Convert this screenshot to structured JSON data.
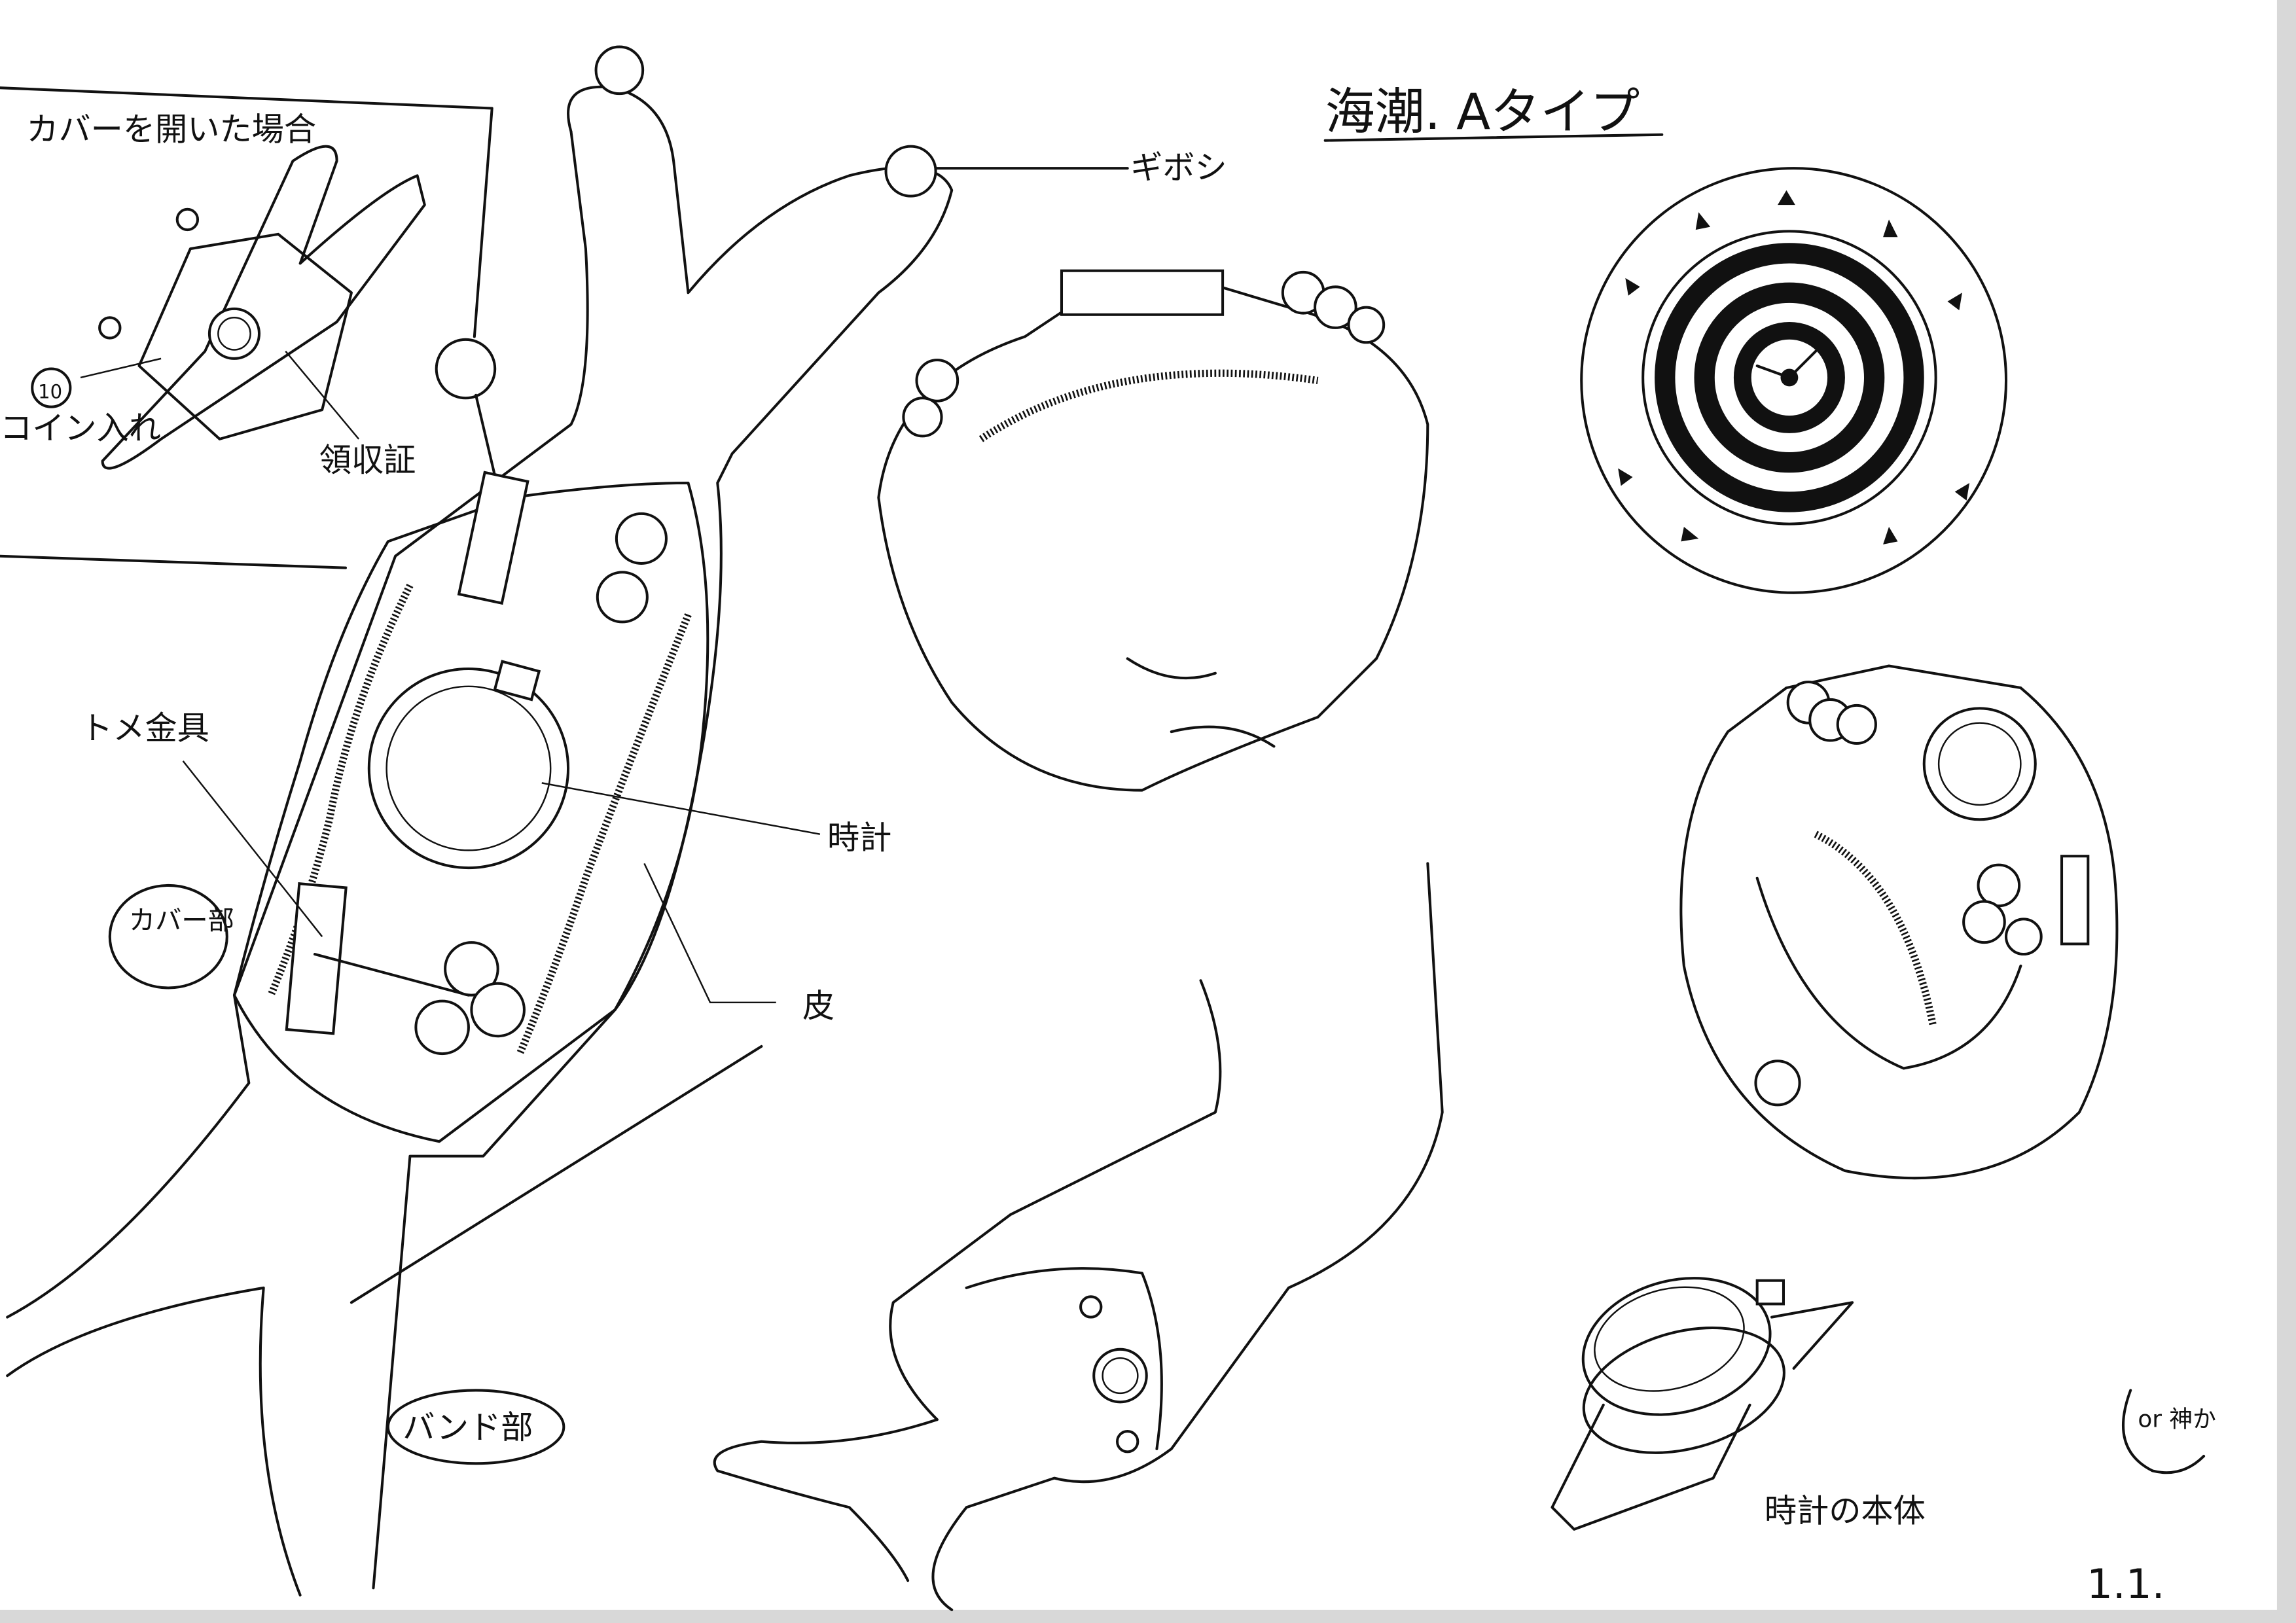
{
  "sheet": {
    "title": "海潮. Aタイプ",
    "page_number": "1.1.",
    "corner_note": "or 神か"
  },
  "labels": {
    "cover_open": "カバーを開いた場合",
    "coin_number": "10",
    "coin_purse": "コイン入れ",
    "receipt": "領収証",
    "giboshi": "ギボシ",
    "clasp": "トメ金具",
    "cover_part": "カバー部",
    "watch": "時計",
    "leather": "皮",
    "band_part": "バンド部",
    "watch_body": "時計の本体"
  },
  "colors": {
    "ink": "#111111",
    "paper": "#ffffff"
  }
}
